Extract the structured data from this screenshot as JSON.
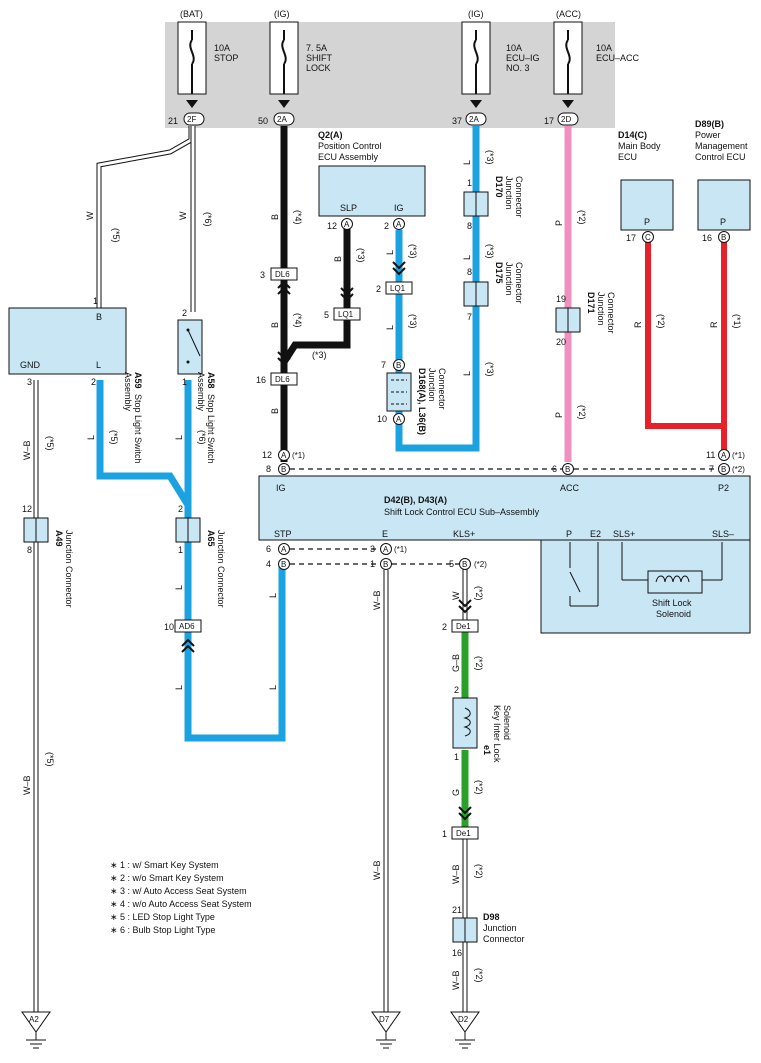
{
  "fuses": [
    {
      "source": "(BAT)",
      "rating": "10A",
      "name1": "STOP",
      "name2": "",
      "pin": "21",
      "conn": "2F"
    },
    {
      "source": "(IG)",
      "rating": "7. 5A",
      "name1": "SHIFT",
      "name2": "LOCK",
      "pin": "50",
      "conn": "2A"
    },
    {
      "source": "(IG)",
      "rating": "10A",
      "name1": "ECU–IG",
      "name2": "NO. 3",
      "pin": "37",
      "conn": "2A"
    },
    {
      "source": "(ACC)",
      "rating": "10A",
      "name1": "ECU–ACC",
      "name2": "",
      "pin": "17",
      "conn": "2D"
    }
  ],
  "components": {
    "q2": {
      "id": "Q2(A)",
      "name1": "Position Control",
      "name2": "ECU Assembly",
      "pin_slp": "SLP",
      "pin_ig": "IG",
      "n12": "12",
      "n2": "2",
      "ca": "A"
    },
    "d14": {
      "id": "D14(C)",
      "name1": "Main Body",
      "name2": "ECU",
      "pin": "P",
      "num": "17",
      "conn": "C"
    },
    "d89": {
      "id": "D89(B)",
      "name1": "Power",
      "name2": "Management",
      "name3": "Control ECU",
      "pin": "P",
      "num": "16",
      "conn": "B"
    },
    "a59": {
      "id": "A59",
      "name1": "Stop Light Switch",
      "name2": "Assembly",
      "pin_b": "B",
      "pin_gnd": "GND",
      "pin_l": "L",
      "n1": "1",
      "n3": "3",
      "n2": "2"
    },
    "a58": {
      "id": "A58",
      "name1": "Stop Light Switch",
      "name2": "Assembly",
      "n2": "2",
      "n1": "1"
    },
    "d42": {
      "id": "D42(B), D43(A)",
      "name": "Shift Lock Control ECU Sub–Assembly",
      "ig": "IG",
      "acc": "ACC",
      "p2": "P2",
      "stp": "STP",
      "e": "E",
      "kls": "KLS+",
      "p": "P",
      "e2": "E2",
      "slsp": "SLS+",
      "slsm": "SLS–",
      "sol1": "Shift Lock",
      "sol2": "Solenoid"
    },
    "e1": {
      "id": "e1",
      "name1": "Key Inter Lock",
      "name2": "Solenoid",
      "n2": "2",
      "n1": "1"
    },
    "d170": {
      "id": "D170",
      "name1": "Junction",
      "name2": "Connector",
      "n1": "1",
      "n8": "8"
    },
    "d175": {
      "id": "D175",
      "name1": "Junction",
      "name2": "Connector",
      "n8": "8",
      "n7": "7"
    },
    "d171": {
      "id": "D171",
      "name1": "Junction",
      "name2": "Connector",
      "n19": "19",
      "n20": "20"
    },
    "d168": {
      "id": "D168(A), L36(B)",
      "name1": "Junction",
      "name2": "Connector",
      "n7": "7",
      "n10": "10",
      "cb": "B",
      "ca": "A"
    },
    "a49": {
      "id": "A49",
      "name1": "Junction Connector",
      "n12": "12",
      "n8": "8"
    },
    "a65": {
      "id": "A65",
      "name1": "Junction Connector",
      "n2": "2",
      "n1": "1"
    },
    "d98": {
      "id": "D98",
      "name1": "Junction",
      "name2": "Connector",
      "n21": "21",
      "n16": "16"
    }
  },
  "inline_connectors": {
    "dl6a": {
      "label": "DL6",
      "pin": "3"
    },
    "dl6b": {
      "label": "DL6",
      "pin": "16"
    },
    "lq1a": {
      "label": "LQ1",
      "pin": "2"
    },
    "lq1b": {
      "label": "LQ1",
      "pin": "5"
    },
    "ad6": {
      "label": "AD6",
      "pin": "10"
    },
    "de1a": {
      "label": "De1",
      "pin": "2"
    },
    "de1b": {
      "label": "De1",
      "pin": "1"
    }
  },
  "ecu_pins": {
    "ig_a": "12",
    "ig_b": "8",
    "acc": "6",
    "p2_a": "11",
    "p2_b": "7",
    "stp_a": "6",
    "stp_b": "4",
    "e_a": "3",
    "e_b": "1",
    "kls": "5",
    "ca": "A",
    "cb": "B",
    "star1": "(*1)",
    "star2": "(*2)"
  },
  "wire_colors": {
    "w": "W",
    "b": "B",
    "l": "L",
    "p": "P",
    "r": "R",
    "wb": "W–B",
    "gb": "G–B",
    "g": "G"
  },
  "wire_notes": {
    "s1": "(*1)",
    "s2": "(*2)",
    "s3": "(*3)",
    "s4": "(*4)",
    "s5": "(*5)",
    "s6": "(*6)"
  },
  "grounds": [
    {
      "label": "A2"
    },
    {
      "label": "D7"
    },
    {
      "label": "D2"
    }
  ],
  "notes": [
    "∗ 1 : w/ Smart Key System",
    "∗ 2 : w/o Smart Key System",
    "∗ 3 : w/ Auto Access Seat System",
    "∗ 4 : w/o Auto Access Seat System",
    "∗ 5 : LED Stop Light Type",
    "∗ 6 : Bulb Stop Light Type"
  ],
  "colors": {
    "black": "#111111",
    "blue": "#1aa3e0",
    "pink": "#f090c0",
    "red": "#e8202a",
    "green": "#2aa02a",
    "box": "#c9e6f4",
    "grey": "#d4d4d4"
  }
}
